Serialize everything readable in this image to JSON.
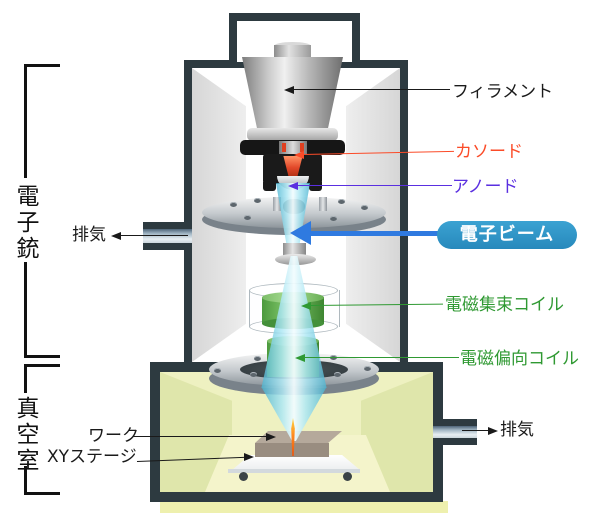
{
  "labels": {
    "electron_gun": "電子銃",
    "vacuum_chamber": "真空室",
    "exhaust_left": "排気",
    "exhaust_right": "排気",
    "filament": "フィラメント",
    "cathode": "カソード",
    "anode": "アノード",
    "electron_beam": "電子ビーム",
    "focusing_coil": "電磁集束コイル",
    "deflection_coil": "電磁偏向コイル",
    "workpiece": "ワーク",
    "xy_stage": "XYステージ"
  },
  "colors": {
    "wall": "#2d3a40",
    "cathode_label": "#fb4b28",
    "anode_label": "#5a2fe0",
    "coil_label": "#2f9932",
    "beam_badge_bg": "#2e96c8",
    "beam_arrow": "#2f7ae0",
    "beam_fill": "#7fd0e4",
    "vacuum_interior": "#eef1c1",
    "cathode_glow": "#e2482a"
  }
}
